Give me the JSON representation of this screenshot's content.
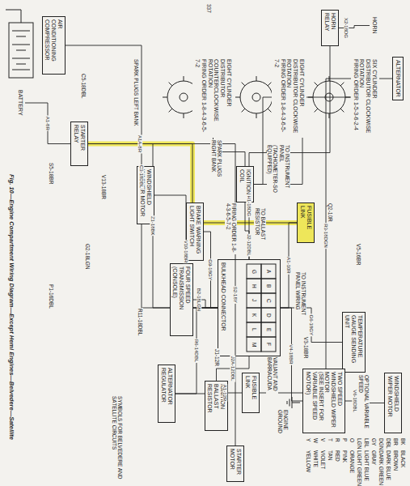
{
  "diagram": {
    "caption": "Fig. 10—Engine Compartment Wiring Diagram—Except Hemi Engines—Belvedere—Satellite",
    "nodes": [
      {
        "text": [
          "BATTERY"
        ]
      },
      {
        "text": [
          "AIR CONDITIONING COMPRESSOR"
        ]
      },
      {
        "text": [
          "STARTER RELAY"
        ]
      },
      {
        "text": [
          "WINDSHIELD WASHER MOTOR"
        ]
      },
      {
        "text": [
          "EIGHT CYLINDER DISTRIBUTOR COUNTERCLOCKWISE ROTATION",
          "FIRING ORDER 1-8-4-3-6-5-7-2"
        ]
      },
      {
        "text": [
          "EIGHT CYLINDER DISTRIBUTOR CLOCKWISE ROTATION",
          "FIRING ORDER 1-8-4-3-6-5-7-2"
        ]
      },
      {
        "text": [
          "SIX CYLINDER DISTRIBUTOR CLOCKWISE ROTATION",
          "FIRING ORDER 1-5-3-6-2-4"
        ]
      },
      {
        "text": [
          "IGNITION COIL"
        ]
      },
      {
        "text": [
          "BRAKE WARNING LIGHT SWITCH"
        ]
      },
      {
        "text": [
          "BULKHEAD CONNECTOR"
        ]
      },
      {
        "text": [
          "FOUR SPEED TRANSMISSION (CONSOLE)"
        ]
      },
      {
        "text": [
          "FUSIBLE LINK"
        ]
      },
      {
        "text": [
          "FUSIBLE LINK"
        ]
      },
      {
        "text": [
          "HORN RELAY"
        ]
      },
      {
        "text": [
          "HORN"
        ]
      },
      {
        "text": [
          "ALTERNATOR"
        ]
      },
      {
        "text": [
          "TEMPERATURE GAUGE SENDING UNIT"
        ]
      },
      {
        "text": [
          "TWO SPEED WINDSHIELD WIPER MOTOR",
          "(SEE INSERT FOR VARIABLE SPEED MOTOR)"
        ]
      },
      {
        "text": [
          "WINDSHIELD WIPER MOTOR"
        ]
      },
      {
        "text": [
          "ALTERNATOR REGULATOR"
        ]
      },
      {
        "text": [
          "IGNITION BALLAST RESISTOR"
        ]
      },
      {
        "text": [
          "STARTER MOTOR"
        ]
      }
    ],
    "edges": [
      {
        "from": 0,
        "to": 2,
        "arrow": "none",
        "label": "A1-8R"
      },
      {
        "from": 2,
        "to": 21,
        "arrow": "none",
        "label": "S2-18Y"
      },
      {
        "from": 2,
        "to": 11,
        "arrow": "none",
        "label": "A1A-8R"
      },
      {
        "from": 11,
        "to": 9,
        "arrow": "none",
        "label": "A1-10R"
      },
      {
        "from": 9,
        "to": 7,
        "arrow": "none",
        "label": "J2-12DBL"
      },
      {
        "from": 7,
        "to": 4,
        "arrow": "none"
      },
      {
        "from": 7,
        "to": 5,
        "arrow": "none"
      },
      {
        "from": 7,
        "to": 6,
        "arrow": "none"
      },
      {
        "from": 9,
        "to": 20,
        "arrow": "none",
        "label": "J2A-12DBL"
      },
      {
        "from": 9,
        "to": 19,
        "arrow": "none",
        "label": "R6-14DBL"
      },
      {
        "from": 9,
        "to": 13,
        "arrow": "none",
        "label": "H1-18DG"
      },
      {
        "from": 13,
        "to": 14,
        "arrow": "none",
        "label": "X2-18DG"
      },
      {
        "from": 9,
        "to": 16,
        "arrow": "none",
        "label": "G6-18GY"
      },
      {
        "from": 9,
        "to": 17,
        "arrow": "none",
        "label": "V4-18BR"
      },
      {
        "from": 17,
        "to": 18,
        "arrow": "none",
        "label": "V6-18DBL"
      },
      {
        "from": 9,
        "to": 3,
        "arrow": "none",
        "label": "V10-18BR"
      },
      {
        "from": 9,
        "to": 8,
        "arrow": "none",
        "label": "G9-18GY"
      },
      {
        "from": 10,
        "to": 9,
        "arrow": "none",
        "label": "B2-18LGN"
      },
      {
        "from": 12,
        "to": 19,
        "arrow": "none",
        "label": "A1-12R"
      },
      {
        "from": 15,
        "to": 12,
        "arrow": "none",
        "label": "R3-18DGN"
      },
      {
        "from": 2,
        "to": 9,
        "arrow": "none",
        "label": "Z1-18BK"
      },
      {
        "from": 1,
        "to": 9,
        "arrow": "none",
        "label": "C3-18DBL"
      }
    ],
    "labels": [
      "337",
      "SPARK PLUGS LEFT BANK",
      "SPARK PLUGS RIGHT BANK",
      "FIRING ORDER 1-8-4-3-6-5-7-2",
      "TO INSTRUMENT PANEL (TACHOMETER-SO EQUIPPED)",
      "TO BALLAST RESISTOR",
      "TO INSTRUMENT PANEL WIRING",
      "VALIANT AND BARRACUDA",
      "ENGINE GROUND",
      "OPTIONAL VARIABLE SPEED",
      "SYMBOLS FOR BELVEDERE AND SATELLITE CIRCUITS",
      "BK",
      "BLACK",
      "BR",
      "BROWN",
      "DBL",
      "DARK BLUE",
      "DGN",
      "DARK GREEN",
      "GY",
      "GRAY",
      "LBL",
      "LIGHT BLUE",
      "LGN",
      "LIGHT GREEN",
      "O",
      "ORANGE",
      "P",
      "PINK",
      "R",
      "RED",
      "T",
      "TAN",
      "V",
      "VIOLET",
      "W",
      "WHITE",
      "Y",
      "YELLOW",
      "A",
      "B",
      "C",
      "D",
      "E",
      "F",
      "G",
      "H",
      "J",
      "K",
      "L",
      "M",
      "V13-18BR",
      "G2-18LGN",
      "P1-16DBL",
      "C5-18DBL",
      "V3-18BR",
      "V5-16BR",
      "Q2-10R",
      "J1-12R",
      "S5-18BR",
      "R11-18DBL"
    ]
  }
}
